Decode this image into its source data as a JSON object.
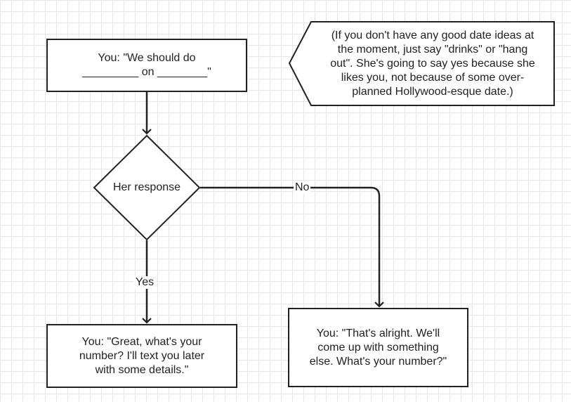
{
  "nodes": {
    "suggest_date": {
      "text": "You: \"We should do\n_________ on ________\""
    },
    "decision": {
      "text": "Her response"
    },
    "yes_result": {
      "text": "You: \"Great, what's your\nnumber? I'll text you later\nwith some details.\""
    },
    "no_result": {
      "text": "You: \"That's alright. We'll\ncome up with something\nelse. What's your number?\""
    },
    "note": {
      "text": "(If you don't have any good date ideas at\nthe moment, just say \"drinks\" or \"hang\nout\". She's going to say yes because she\nlikes you, not because of some over-\nplanned Hollywood-esque date.)"
    }
  },
  "edges": {
    "yes_label": "Yes",
    "no_label": "No"
  }
}
